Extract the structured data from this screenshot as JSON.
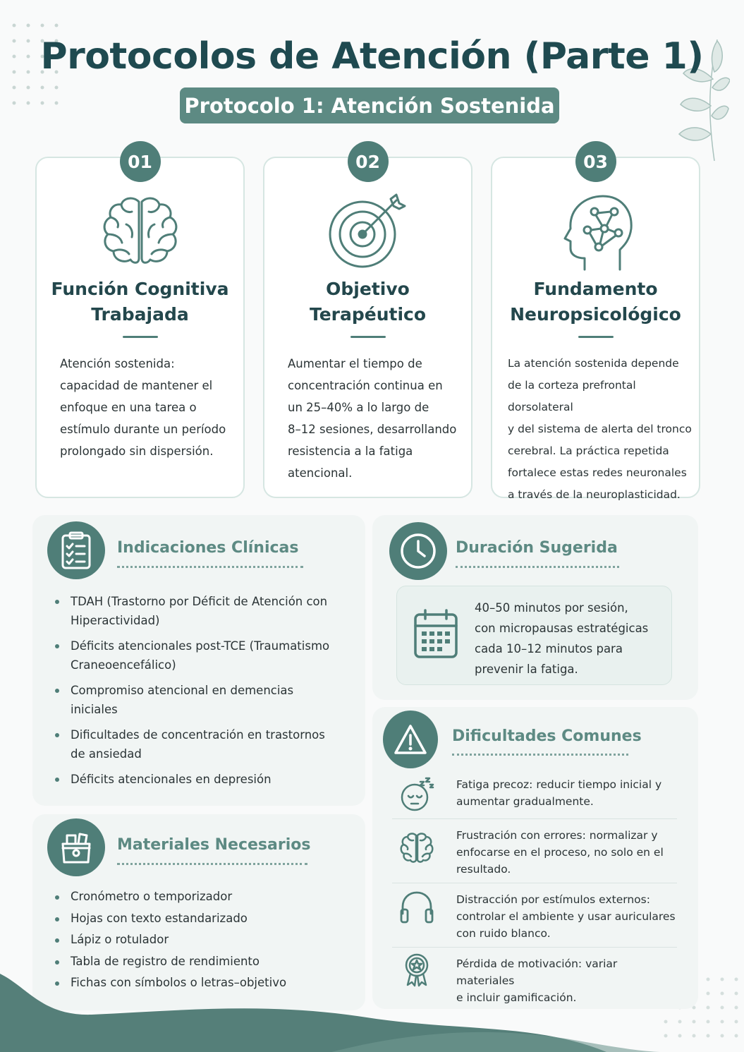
{
  "header": {
    "title": "Protocolos de Atención (Parte 1)",
    "subtitle": "Protocolo 1: Atención Sostenida"
  },
  "cards": [
    {
      "number": "01",
      "icon": "brain-icon",
      "title_line1": "Función Cognitiva",
      "title_line2": "Trabajada",
      "body": [
        "Atención sostenida:",
        "capacidad de mantener el",
        "enfoque en una tarea o",
        "estímulo durante un período",
        "prolongado sin dispersión."
      ]
    },
    {
      "number": "02",
      "icon": "target-icon",
      "title_line1": "Objetivo",
      "title_line2": "Terapéutico",
      "body": [
        "Aumentar el tiempo de",
        "concentración continua en",
        "un 25–40% a lo largo de",
        "8–12 sesiones, desarrollando",
        "resistencia a la fatiga",
        "atencional."
      ]
    },
    {
      "number": "03",
      "icon": "head-network-icon",
      "title_line1": "Fundamento",
      "title_line2": "Neuropsicológico",
      "body": [
        "La atención sostenida depende",
        "de la corteza prefrontal dorsolateral",
        "y del sistema de alerta del tronco",
        "cerebral. La práctica repetida",
        "fortalece estas redes neuronales",
        "a través de la neuroplasticidad."
      ]
    }
  ],
  "indications": {
    "title": "Indicaciones Clínicas",
    "icon": "clipboard-checklist-icon",
    "items": [
      [
        "TDAH (Trastorno por Déficit de Atención con",
        "Hiperactividad)"
      ],
      [
        "Déficits atencionales post-TCE (Traumatismo",
        "Craneoencefálico)"
      ],
      [
        "Compromiso atencional en demencias",
        "iniciales"
      ],
      [
        "Dificultades de concentración en trastornos",
        "de ansiedad"
      ],
      [
        "Déficits atencionales en depresión"
      ]
    ]
  },
  "materials": {
    "title": "Materiales Necesarios",
    "icon": "toolbox-icon",
    "items": [
      "Cronómetro o temporizador",
      "Hojas con texto estandarizado",
      "Lápiz o rotulador",
      "Tabla de registro de rendimiento",
      "Fichas con símbolos o letras–objetivo"
    ]
  },
  "duration": {
    "title": "Duración Sugerida",
    "icon": "clock-icon",
    "box_icon": "calendar-icon",
    "lines": [
      "40–50 minutos por sesión,",
      "con micropausas estratégicas",
      "cada 10–12 minutos para",
      "prevenir la fatiga."
    ]
  },
  "difficulties": {
    "title": "Dificultades Comunes",
    "icon": "warning-triangle-icon",
    "items": [
      {
        "icon": "sleepy-face-icon",
        "lines": [
          "Fatiga precoz: reducir tiempo inicial y",
          "aumentar gradualmente."
        ]
      },
      {
        "icon": "brain-icon",
        "lines": [
          "Frustración con errores: normalizar y",
          "enfocarse en el proceso, no solo en el",
          "resultado."
        ]
      },
      {
        "icon": "headphones-icon",
        "lines": [
          "Distracción por estímulos externos:",
          "controlar el ambiente y usar auriculares",
          "con ruido blanco."
        ]
      },
      {
        "icon": "award-ribbon-icon",
        "lines": [
          "Pérdida de motivación: variar materiales",
          "e incluir gamificación."
        ]
      }
    ]
  },
  "colors": {
    "primary": "#4f7e78",
    "title": "#1f4a50",
    "accent_text": "#5d8a83",
    "panel": "#f1f5f4"
  }
}
